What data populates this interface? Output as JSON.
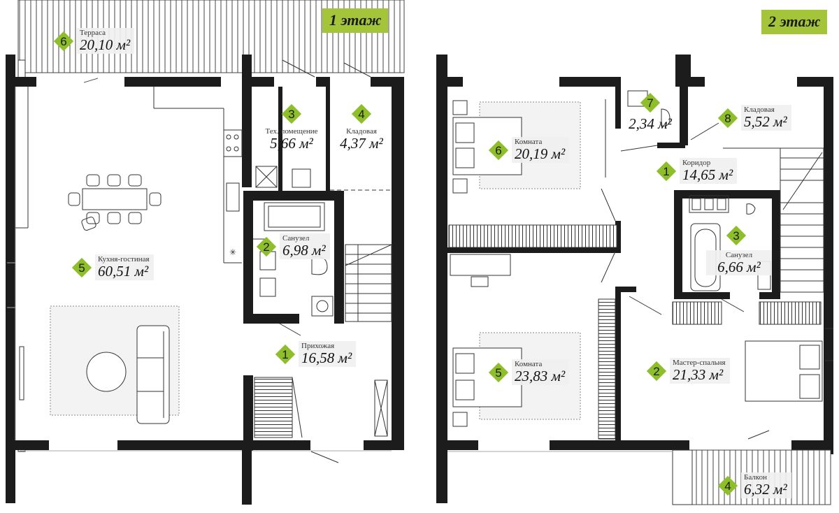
{
  "floors": [
    {
      "title": "1 этаж",
      "rooms": [
        {
          "num": "6",
          "name": "Терраса",
          "area": "20,10 м²"
        },
        {
          "num": "3",
          "name": "Тех. помещение",
          "area": "5,66 м²"
        },
        {
          "num": "4",
          "name": "Кладовая",
          "area": "4,37 м²"
        },
        {
          "num": "2",
          "name": "Санузел",
          "area": "6,98 м²"
        },
        {
          "num": "5",
          "name": "Кухня-гостиная",
          "area": "60,51 м²"
        },
        {
          "num": "1",
          "name": "Прихожая",
          "area": "16,58 м²"
        }
      ]
    },
    {
      "title": "2 этаж",
      "rooms": [
        {
          "num": "7",
          "name": "",
          "area": "2,34 м²"
        },
        {
          "num": "8",
          "name": "Кладовая",
          "area": "5,52 м²"
        },
        {
          "num": "6",
          "name": "Комната",
          "area": "20,19 м²"
        },
        {
          "num": "1",
          "name": "Коридор",
          "area": "14,65 м²"
        },
        {
          "num": "3",
          "name": "Санузел",
          "area": "6,66 м²"
        },
        {
          "num": "5",
          "name": "Комната",
          "area": "23,83 м²"
        },
        {
          "num": "2",
          "name": "Мастер-спальня",
          "area": "21,33 м²"
        },
        {
          "num": "4",
          "name": "Балкон",
          "area": "6,32 м²"
        }
      ]
    }
  ],
  "colors": {
    "wall": "#1c1c1c",
    "accent": "#8ebf2b",
    "badge": "#a4c53a",
    "label_bg": "#f0f0f0",
    "rug": "#f3f3f3"
  }
}
